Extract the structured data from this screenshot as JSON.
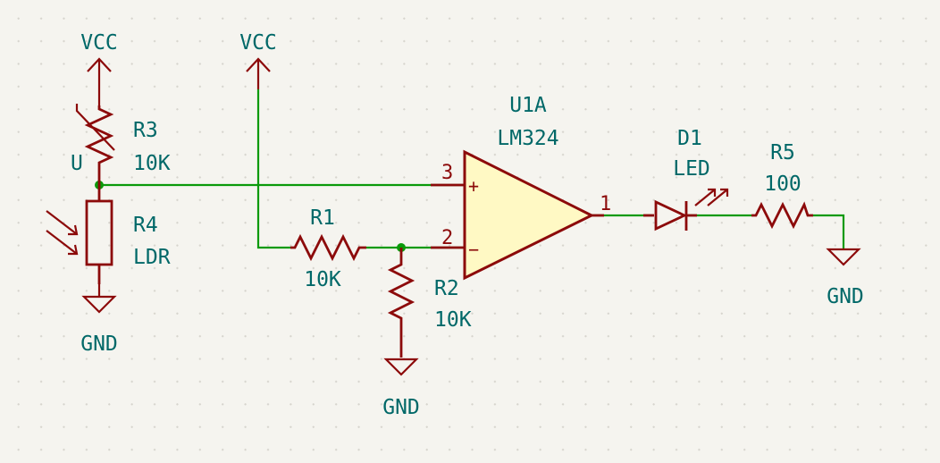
{
  "components": {
    "r3": {
      "ref": "R3",
      "value": "10K",
      "marker": "U"
    },
    "r4": {
      "ref": "R4",
      "value": "LDR"
    },
    "r1": {
      "ref": "R1",
      "value": "10K"
    },
    "r2": {
      "ref": "R2",
      "value": "10K"
    },
    "u1": {
      "ref": "U1A",
      "value": "LM324",
      "pin_plus": "3",
      "pin_minus": "2",
      "pin_out": "1",
      "plus_sign": "+",
      "minus_sign": "−"
    },
    "d1": {
      "ref": "D1",
      "value": "LED"
    },
    "r5": {
      "ref": "R5",
      "value": "100"
    }
  },
  "power": {
    "vcc_left": "VCC",
    "vcc_mid": "VCC",
    "gnd_left": "GND",
    "gnd_mid": "GND",
    "gnd_right": "GND"
  },
  "colors": {
    "background": "#f5f4ef",
    "wire": "#0a9a0a",
    "symbol": "#8c0a0a",
    "label": "#006868",
    "opamp_fill": "#fff9c4"
  }
}
